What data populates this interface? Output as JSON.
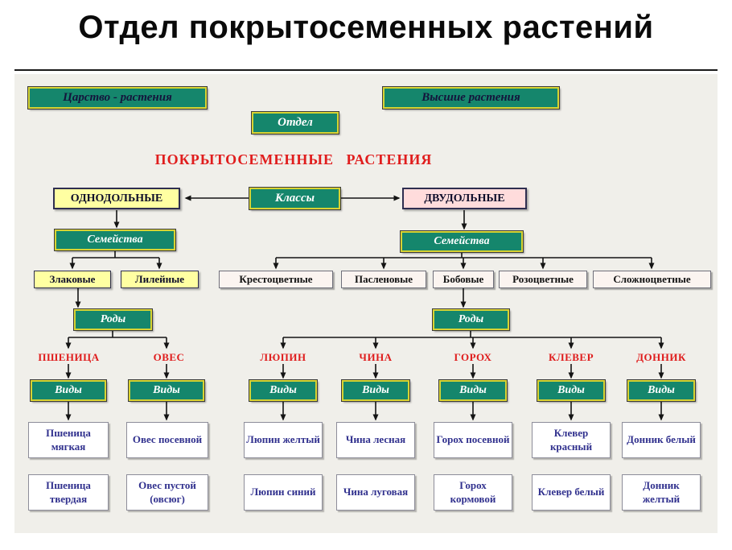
{
  "title": "Отдел покрытосеменных растений",
  "labels": {
    "kingdom": "Царство - растения",
    "higher": "Высшие растения",
    "division": "Отдел",
    "division_name": "ПОКРЫТОСЕМЕННЫЕ РАСТЕНИЯ",
    "classes": "Классы",
    "monocots": "ОДНОДОЛЬНЫЕ",
    "dicots": "ДВУДОЛЬНЫЕ",
    "families": "Семейства",
    "genera": "Роды",
    "species": "Виды"
  },
  "monocot_families": [
    "Злаковые",
    "Лилейные"
  ],
  "dicot_families": [
    "Крестоцветные",
    "Пасленовые",
    "Бобовые",
    "Розоцветные",
    "Сложноцветные"
  ],
  "genera": [
    "ПШЕНИЦА",
    "ОВЕС",
    "ЛЮПИН",
    "ЧИНА",
    "ГОРОХ",
    "КЛЕВЕР",
    "ДОННИК"
  ],
  "species": [
    [
      "Пшеница мягкая",
      "Пшеница твердая"
    ],
    [
      "Овес посевной",
      "Овес пустой (овсюг)"
    ],
    [
      "Люпин желтый",
      "Люпин синий"
    ],
    [
      "Чина лесная",
      "Чина луговая"
    ],
    [
      "Горох посевной",
      "Горох кормовой"
    ],
    [
      "Клевер красный",
      "Клевер белый"
    ],
    [
      "Донник белый",
      "Донник желтый"
    ]
  ],
  "colors": {
    "taxon_box_green": "#15866c",
    "taxon_box_border_yellow": "#d8d332",
    "monocots_fill_yellow": "#ffffa2",
    "dicots_fill_pink": "#ffdcdc",
    "genus_text_red": "#df1c1c",
    "species_text_navy": "#31318e",
    "diagram_background": "#f0efea"
  }
}
